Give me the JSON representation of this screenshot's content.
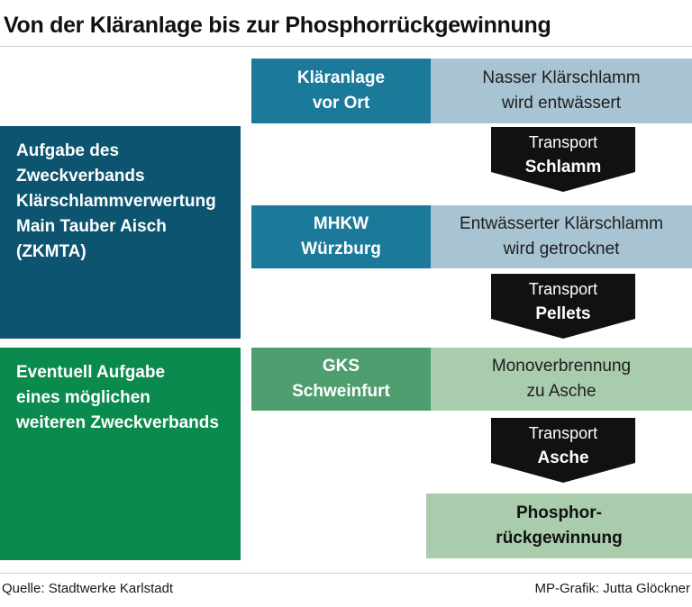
{
  "title": "Von der Kläranlage bis zur Phosphorrückgewinnung",
  "left_panels": {
    "zkmta": {
      "lines": [
        "Aufgabe des",
        "Zweckverbands",
        "Klärschlammverwertung",
        "Main Tauber Aisch",
        "(ZKMTA)"
      ],
      "color": "#0d5470"
    },
    "future": {
      "lines": [
        "Eventuell Aufgabe",
        "eines möglichen",
        "weiteren Zweckverbands"
      ],
      "color": "#0b8a4e"
    }
  },
  "steps": [
    {
      "site": [
        "Kläranlage",
        "vor Ort"
      ],
      "description": [
        "Nasser Klärschlamm",
        "wird entwässert"
      ]
    },
    {
      "site": [
        "MHKW",
        "Würzburg"
      ],
      "description": [
        "Entwässerter Klärschlamm",
        "wird getrocknet"
      ]
    },
    {
      "site": [
        "GKS",
        "Schweinfurt"
      ],
      "description": [
        "Monoverbrennung",
        "zu Asche"
      ]
    }
  ],
  "transports": [
    {
      "label": "Transport",
      "material": "Schlamm"
    },
    {
      "label": "Transport",
      "material": "Pellets"
    },
    {
      "label": "Transport",
      "material": "Asche"
    }
  ],
  "final": [
    "Phosphor-",
    "rückgewinnung"
  ],
  "footer": {
    "source": "Quelle: Stadtwerke Karlstadt",
    "credit": "MP-Grafik: Jutta Glöckner"
  },
  "colors": {
    "teal_site": "#1b7a9a",
    "blue_description": "#a8c3d2",
    "green_site": "#4f9e6f",
    "green_description": "#a8ccac",
    "arrow": "#111111"
  }
}
